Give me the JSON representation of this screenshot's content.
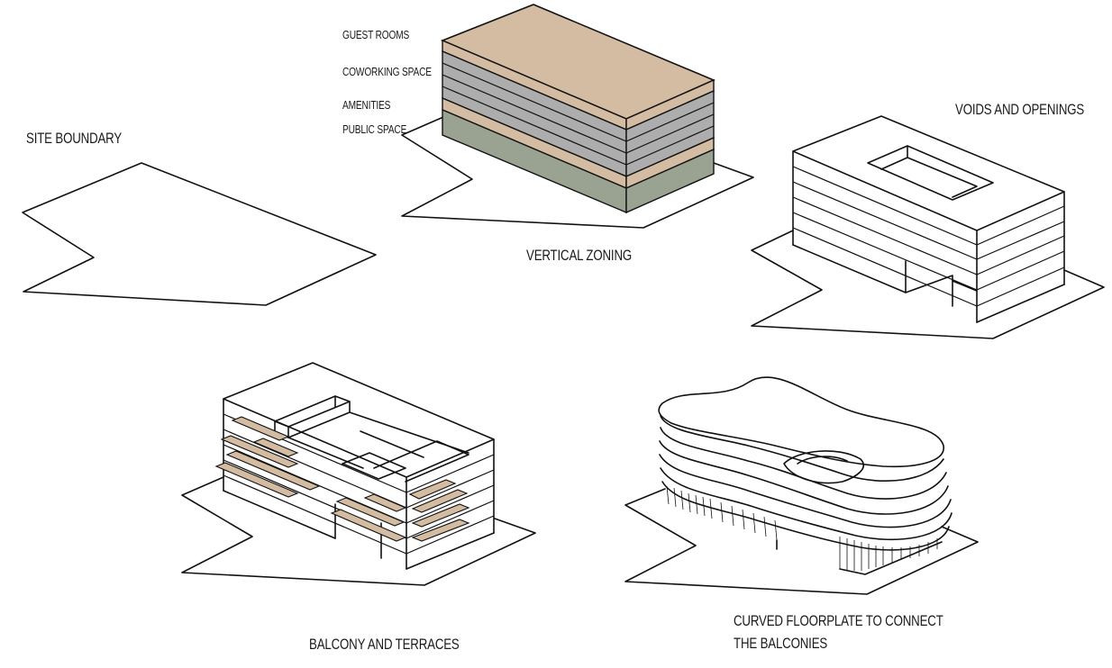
{
  "diagrams": {
    "site_boundary": {
      "label": "SITE BOUNDARY"
    },
    "vertical_zoning": {
      "label": "VERTICAL ZONING",
      "zones": [
        {
          "name": "GUEST ROOMS",
          "color": "#d3bca2"
        },
        {
          "name": "COWORKING SPACE",
          "color": "#adadad"
        },
        {
          "name": "AMENITIES",
          "color": "#d3bca2"
        },
        {
          "name": "PUBLIC SPACE",
          "color": "#9aa392"
        }
      ]
    },
    "voids_and_openings": {
      "label": "VOIDS AND OPENINGS"
    },
    "balcony_and_terraces": {
      "label": "BALCONY AND TERRACES",
      "terrace_color": "#d3bca2"
    },
    "curved_floorplate": {
      "label_line1": "CURVED FLOORPLATE TO CONNECT",
      "label_line2": "THE BALCONIES"
    }
  }
}
